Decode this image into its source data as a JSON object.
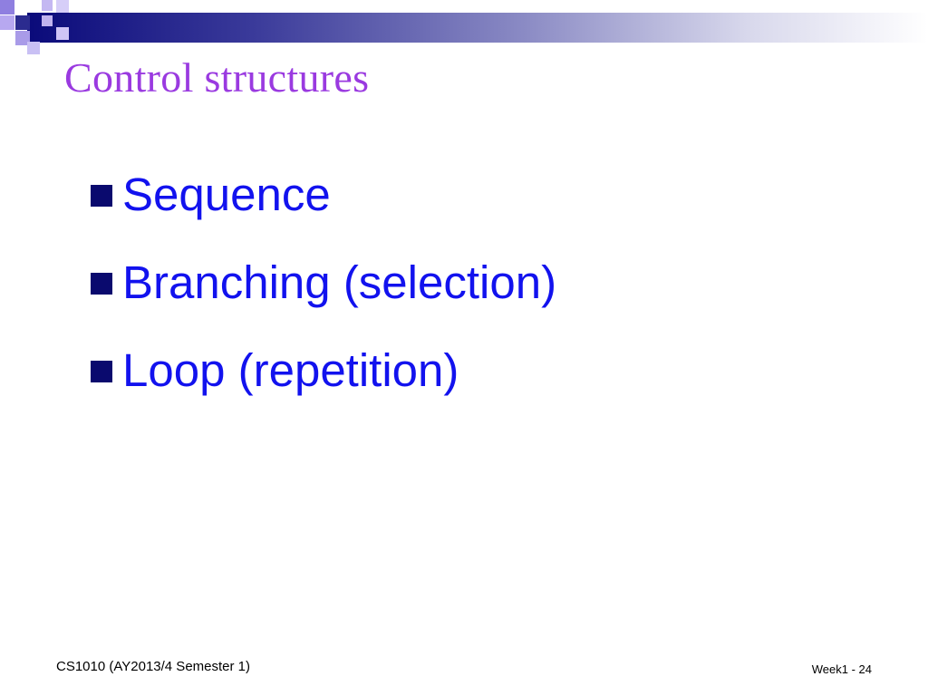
{
  "slide": {
    "title": "Control structures",
    "bullets": [
      {
        "label": "Sequence"
      },
      {
        "label": "Branching (selection)"
      },
      {
        "label": "Loop (repetition)"
      }
    ],
    "footer": {
      "course": "CS1010 (AY2013/4 Semester 1)",
      "page": "Week1 - 24"
    }
  },
  "colors": {
    "title": "#9a3ae0",
    "bullet_text": "#1212ee",
    "bullet_marker": "#0a0a6e",
    "header_bar": "#0a0a7a"
  },
  "icons": {
    "bullet": "square-bullet-icon"
  }
}
